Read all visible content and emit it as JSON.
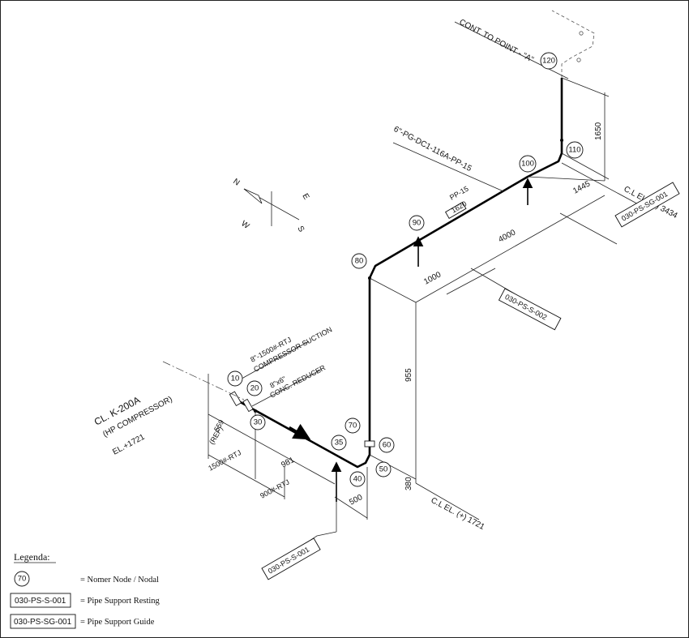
{
  "nodes": [
    {
      "id": "n10",
      "label": "10"
    },
    {
      "id": "n20",
      "label": "20"
    },
    {
      "id": "n30",
      "label": "30"
    },
    {
      "id": "n35",
      "label": "35"
    },
    {
      "id": "n40",
      "label": "40"
    },
    {
      "id": "n50",
      "label": "50"
    },
    {
      "id": "n60",
      "label": "60"
    },
    {
      "id": "n70",
      "label": "70"
    },
    {
      "id": "n80",
      "label": "80"
    },
    {
      "id": "n90",
      "label": "90"
    },
    {
      "id": "n100",
      "label": "100"
    },
    {
      "id": "n110",
      "label": "110"
    },
    {
      "id": "n120",
      "label": "120"
    }
  ],
  "labels": {
    "cont_to_point": "CONT. TO POINT - \"A\"",
    "line_number": "6\"-PG-DC1-116A-PP-15",
    "pp15": "PP-15",
    "flow_tag": "1620",
    "cl_el_top": "C.L EL. (+) 3434",
    "cl_el_bottom": "C.L EL. (+) 1721",
    "support_sg": "030-PS-SG-001",
    "support_s2": "030-PS-S-002",
    "support_s1": "030-PS-S-001",
    "flange_rtj": "8\"-1500#-RTJ",
    "compressor_suction": "COMPRESSOR SUCTION",
    "reducer_size": "8\"x6\"",
    "conc_reducer": "CONC. REDUCER",
    "cl_k200a": "CL. K-200A",
    "hp_compressor": "(HP COMPRESSOR)",
    "el_1721": "EL.+1721",
    "rtj_1500": "1500#-RTJ",
    "rtj_900": "900#-RTJ",
    "ref": "(REF)"
  },
  "dimensions": {
    "d1650": "1650",
    "d1445": "1445",
    "d4000": "4000",
    "d1000": "1000",
    "d955": "955",
    "d380": "380",
    "d500": "500",
    "d981": "981",
    "d559": "559"
  },
  "compass": {
    "n": "N",
    "e": "E",
    "s": "S",
    "w": "W"
  },
  "legend": {
    "title": "Legenda:",
    "node_sample": "70",
    "node_desc": "= Nomer Node / Nodal",
    "resting_tag": "030-PS-S-001",
    "resting_desc": "= Pipe Support Resting",
    "guide_tag": "030-PS-SG-001",
    "guide_desc": "= Pipe Support Guide"
  }
}
